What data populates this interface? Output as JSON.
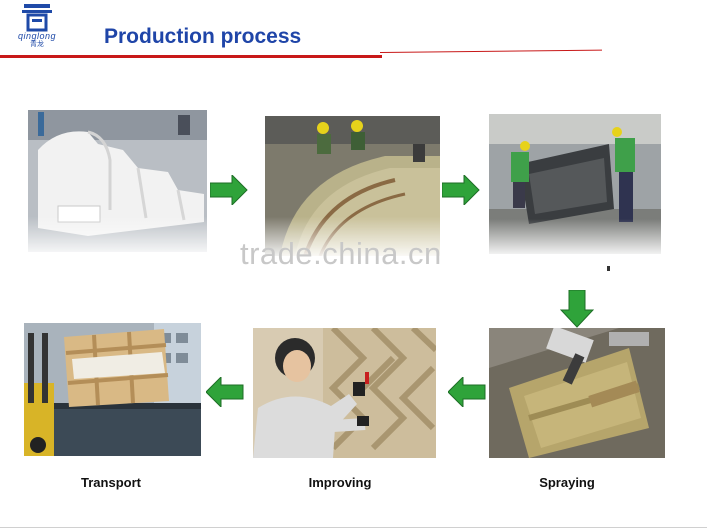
{
  "header": {
    "logo_text": "qinglong",
    "logo_sub": "青龙",
    "title": "Production process"
  },
  "watermark": "trade.china.cn",
  "steps": {
    "transport": "Transport",
    "improving": "Improving",
    "spraying": "Spraying"
  },
  "colors": {
    "title": "#1f45a8",
    "rule": "#c81818",
    "arrow": "#2fa33a"
  },
  "icons": [
    "arrow-right-icon",
    "arrow-down-icon",
    "arrow-left-icon"
  ]
}
